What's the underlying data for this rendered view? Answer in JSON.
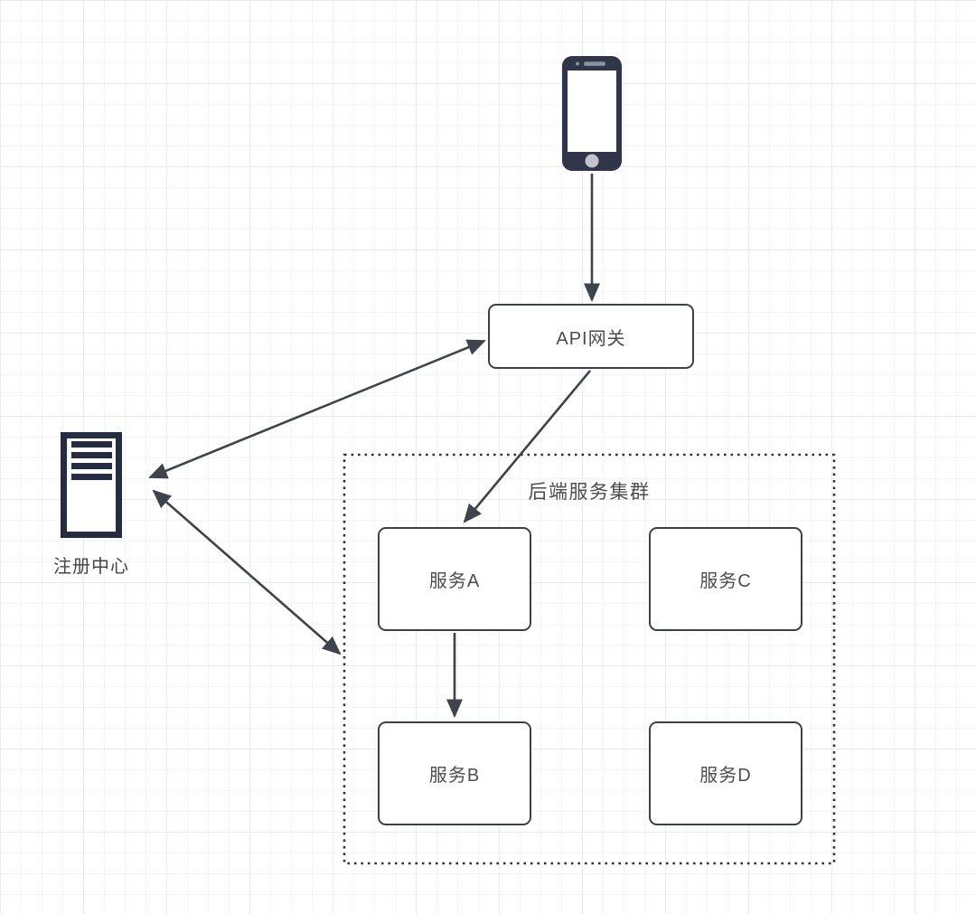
{
  "diagram": {
    "nodes": {
      "client": {
        "type": "smartphone-icon"
      },
      "gateway": {
        "label": "API网关"
      },
      "registry": {
        "label": "注册中心",
        "type": "server-icon"
      },
      "cluster": {
        "title": "后端服务集群"
      },
      "service_a": {
        "label": "服务A"
      },
      "service_b": {
        "label": "服务B"
      },
      "service_c": {
        "label": "服务C"
      },
      "service_d": {
        "label": "服务D"
      }
    },
    "edges": [
      {
        "from": "client",
        "to": "gateway",
        "direction": "one-way"
      },
      {
        "from": "gateway",
        "to": "registry",
        "direction": "two-way"
      },
      {
        "from": "registry",
        "to": "cluster",
        "direction": "two-way"
      },
      {
        "from": "gateway",
        "to": "service_a",
        "direction": "one-way"
      },
      {
        "from": "service_a",
        "to": "service_b",
        "direction": "one-way"
      }
    ],
    "colors": {
      "background": "#ffffff",
      "grid_minor": "#f4f5f8",
      "grid_major": "#e9ebef",
      "shape_stroke": "#3b4049",
      "cluster_stroke": "#333333",
      "icon_fill": "#30354a",
      "icon_detail": "#8b90a0",
      "home_button": "#c2c5cd",
      "label_text": "#4d4d4d",
      "arrow": "#3f434c"
    }
  }
}
